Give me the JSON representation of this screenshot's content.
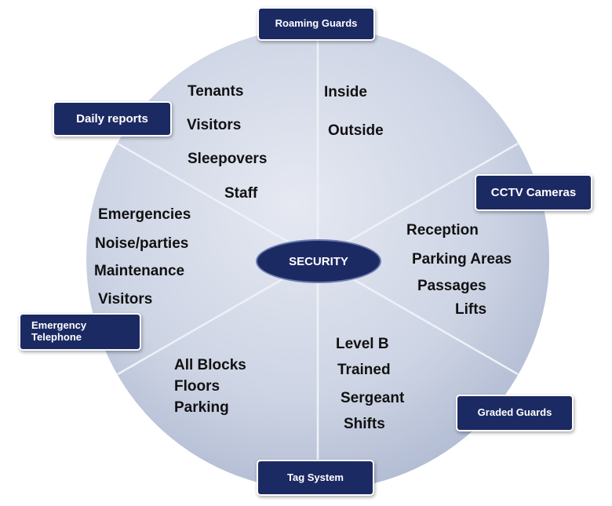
{
  "center": {
    "label": "SECURITY"
  },
  "categories": [
    {
      "id": "roaming",
      "label": "Roaming Guards"
    },
    {
      "id": "daily",
      "label": "Daily reports"
    },
    {
      "id": "cctv",
      "label": "CCTV Cameras"
    },
    {
      "id": "emergency",
      "label_line1": "Emergency",
      "label_line2": "Telephone"
    },
    {
      "id": "graded",
      "label": "Graded Guards"
    },
    {
      "id": "tag",
      "label": "Tag System"
    }
  ],
  "segments": {
    "daily_reports": [
      "Tenants",
      "Visitors",
      "Sleepovers",
      "Staff"
    ],
    "roaming_guards": [
      "Inside",
      "Outside"
    ],
    "cctv_cameras": [
      "Reception",
      "Parking Areas",
      "Passages",
      "Lifts"
    ],
    "graded_guards": [
      "Level B",
      "Trained",
      "Sergeant",
      "Shifts"
    ],
    "tag_system": [
      "All Blocks",
      "Floors",
      "Parking"
    ],
    "emergency_telephone": [
      "Emergencies",
      "Noise/parties",
      "Maintenance",
      "Visitors"
    ]
  },
  "colors": {
    "wheel_light": "#e4e8f1",
    "wheel_dark": "#b6c1d7",
    "divider": "#eef1f7",
    "tag_fill": "#1c2a63",
    "tag_text": "#ffffff"
  }
}
